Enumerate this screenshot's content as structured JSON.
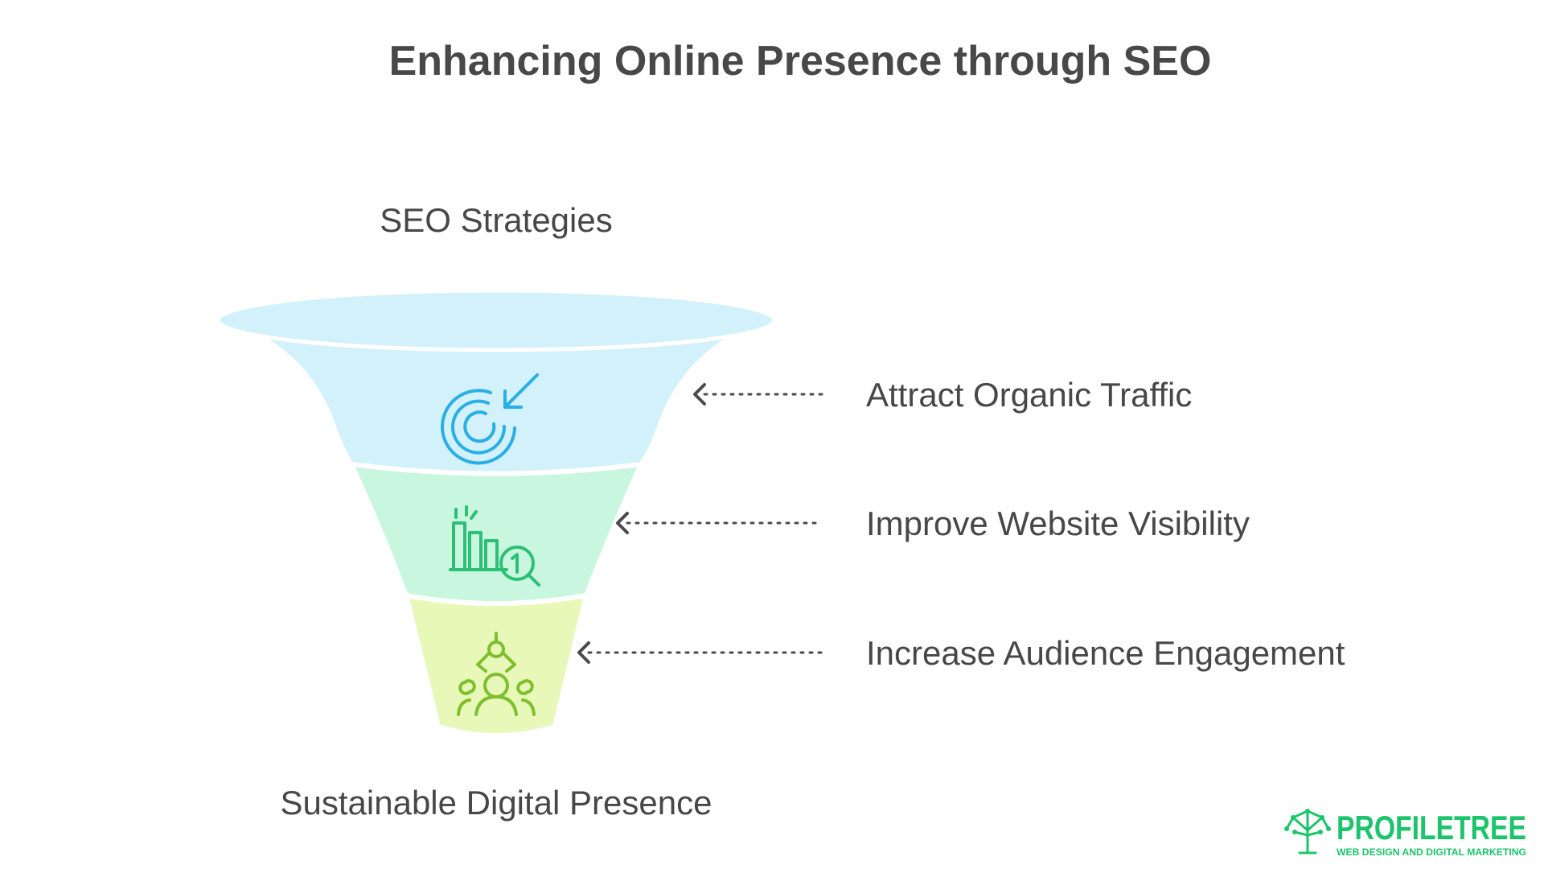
{
  "title": "Enhancing Online Presence through SEO",
  "top_label": "SEO Strategies",
  "bottom_label": "Sustainable Digital Presence",
  "stages": [
    {
      "label": "Attract Organic Traffic",
      "icon": "target-arrow-icon",
      "fill": "#d2f1fb",
      "icon_color": "#29aee6"
    },
    {
      "label": "Improve Website Visibility",
      "icon": "ranking-chart-icon",
      "fill": "#c9f6df",
      "icon_color": "#2cc077"
    },
    {
      "label": "Increase Audience Engagement",
      "icon": "audience-network-icon",
      "fill": "#e8f8b9",
      "icon_color": "#7dbf2d"
    }
  ],
  "logo": {
    "name": "PROFILETREE",
    "tagline": "WEB DESIGN AND DIGITAL MARKETING",
    "color": "#1ec46b"
  }
}
